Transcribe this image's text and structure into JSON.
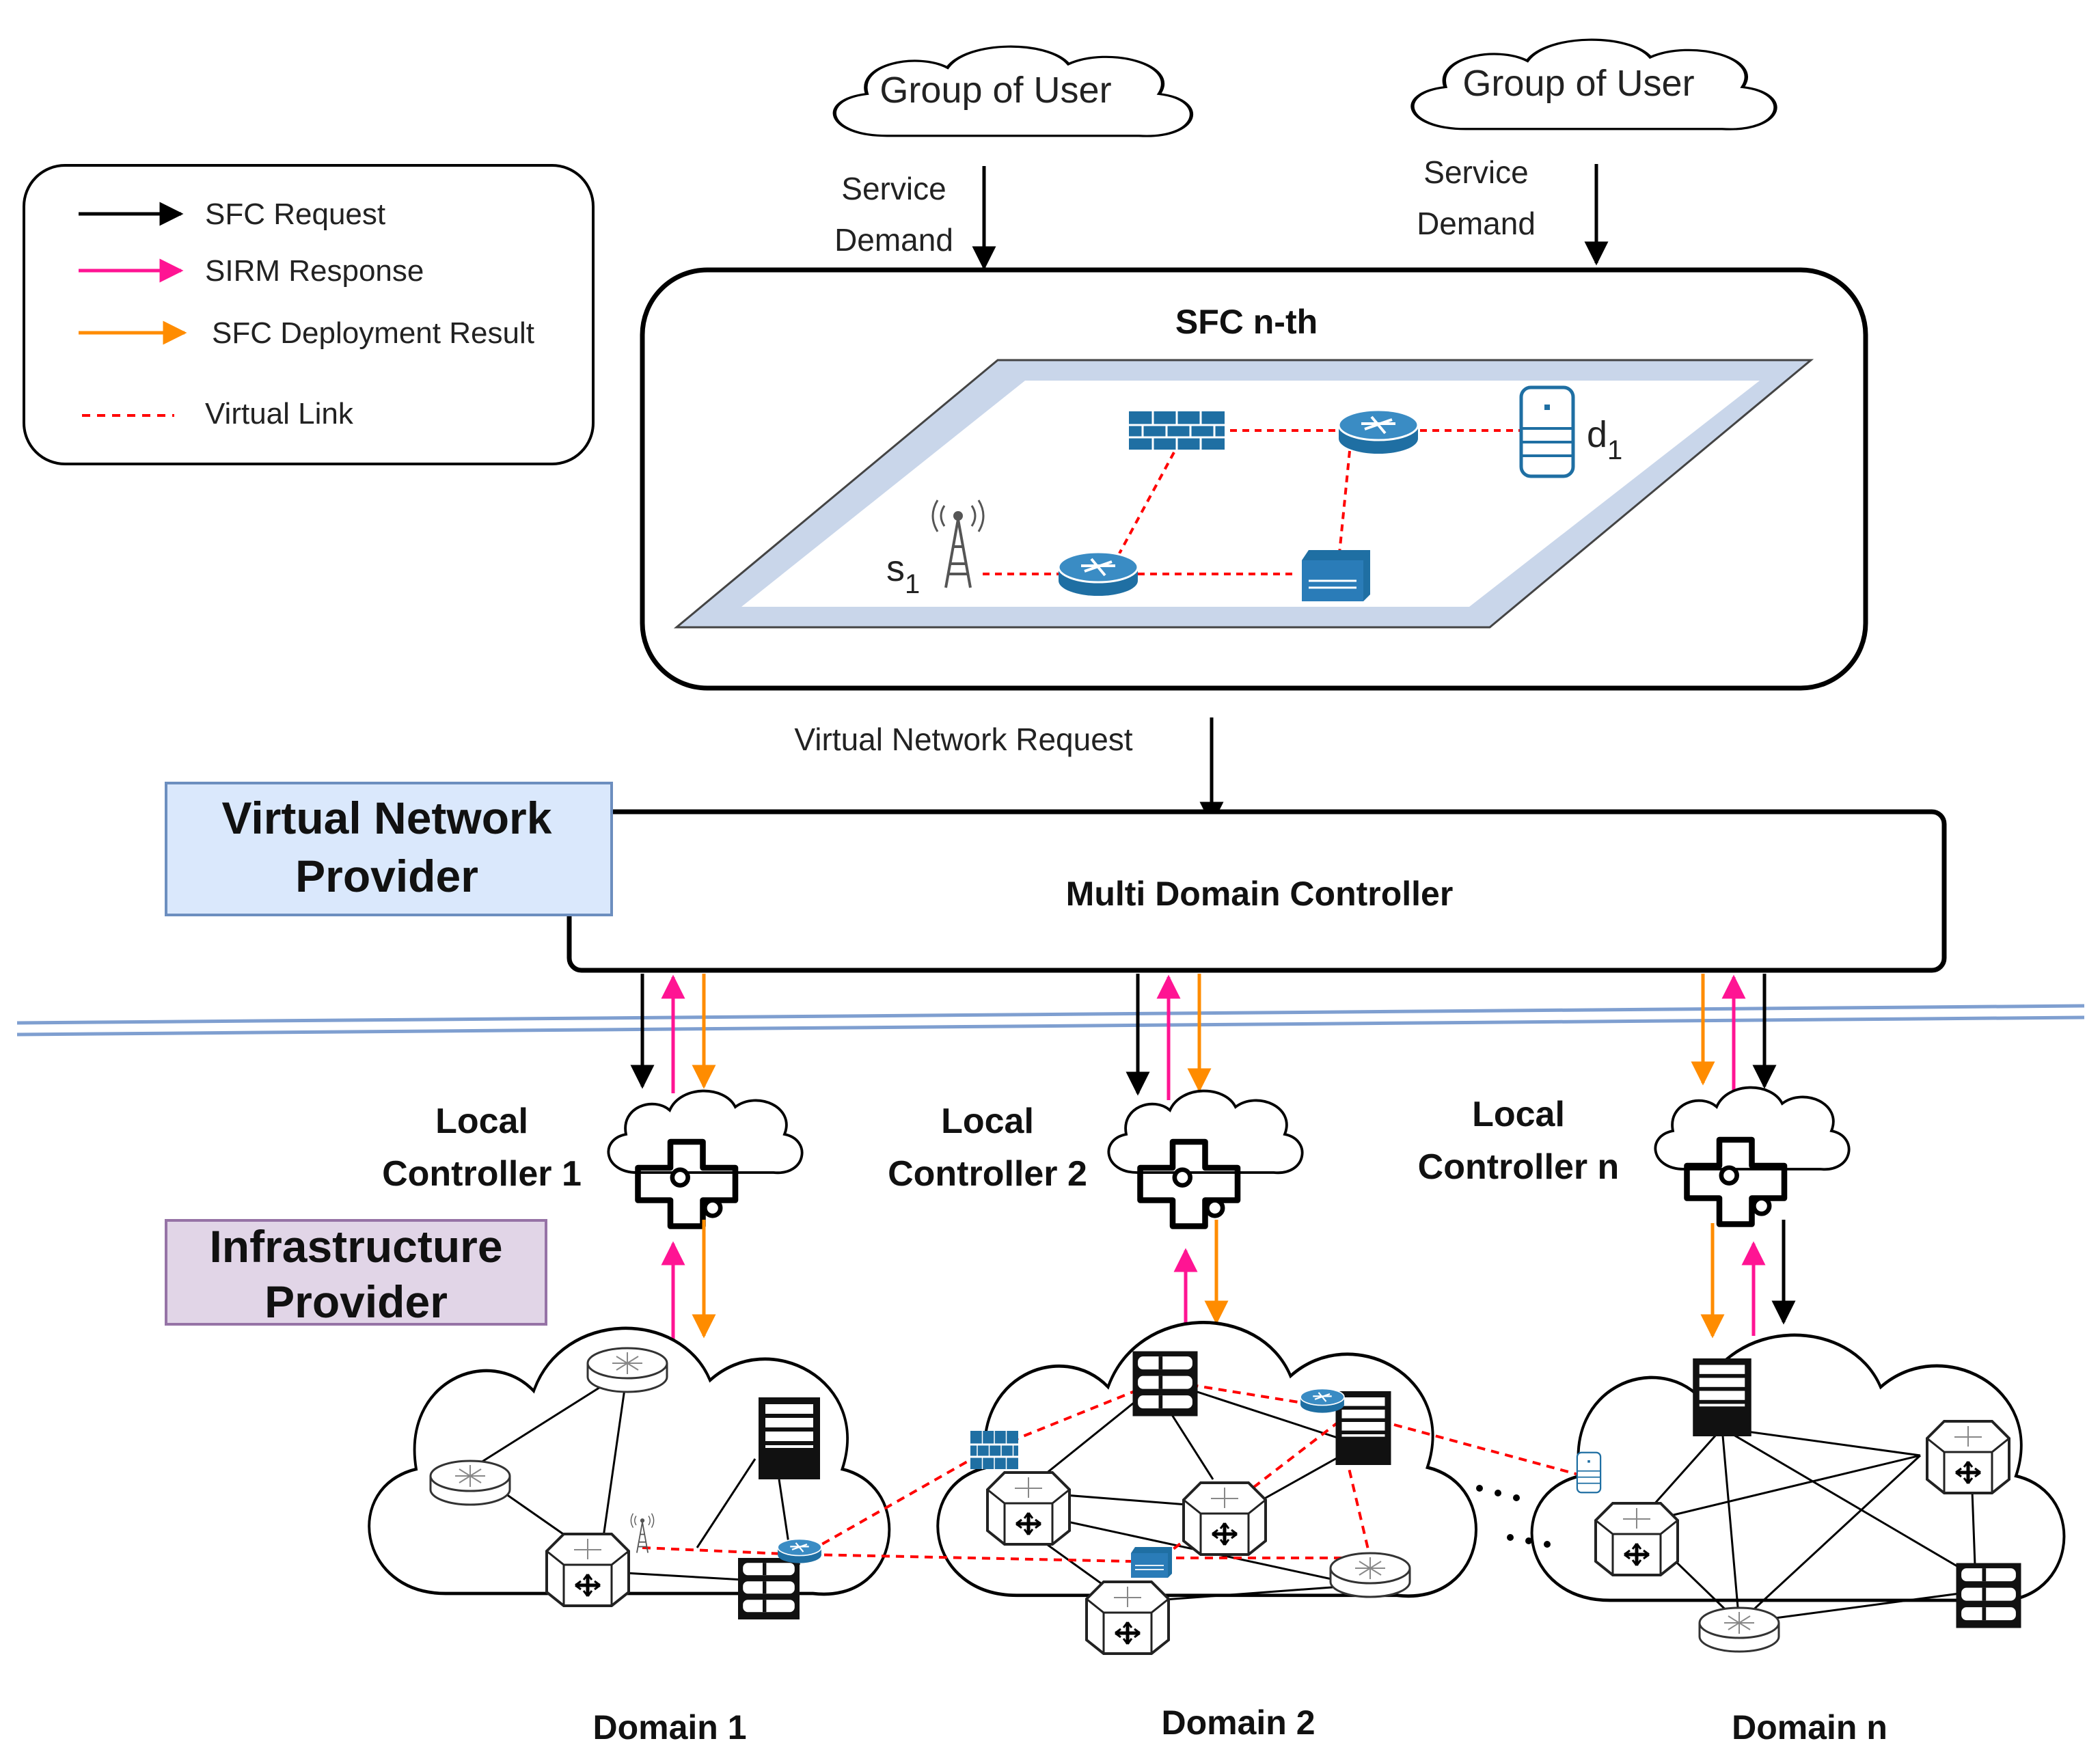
{
  "legend": {
    "items": [
      {
        "label": "SFC Request",
        "color": "#000000",
        "kind": "arrow"
      },
      {
        "label": "SIRM Response",
        "color": "#ff1493",
        "kind": "arrow"
      },
      {
        "label": "SFC Deployment Result",
        "color": "#ff8c00",
        "kind": "arrow"
      },
      {
        "label": "Virtual Link",
        "color": "#ff0000",
        "kind": "dashed"
      }
    ]
  },
  "user_groups": [
    {
      "label": "Group of User",
      "demand_line1": "Service",
      "demand_line2": "Demand"
    },
    {
      "label": "Group of User",
      "demand_line1": "Service",
      "demand_line2": "Demand"
    }
  ],
  "sfc": {
    "title": "SFC n-th",
    "source": "s",
    "source_sub": "1",
    "dest": "d",
    "dest_sub": "1"
  },
  "virtual_network_request": "Virtual Network Request",
  "vnp": {
    "line1": "Virtual Network",
    "line2": "Provider",
    "fill": "#dae8fc",
    "border": "#6c8ebf"
  },
  "mdc": {
    "label": "Multi Domain Controller"
  },
  "inp": {
    "line1": "Infrastructure",
    "line2": "Provider",
    "fill": "#e1d5e7",
    "border": "#9673a6"
  },
  "controllers": [
    {
      "line1": "Local",
      "line2": "Controller 1"
    },
    {
      "line1": "Local",
      "line2": "Controller 2"
    },
    {
      "line1": "Local",
      "line2": "Controller n"
    }
  ],
  "domains": [
    {
      "label": "Domain 1"
    },
    {
      "label": "Domain 2"
    },
    {
      "label": "Domain n"
    }
  ],
  "colors": {
    "request": "#000000",
    "response": "#ff1493",
    "result": "#ff8c00",
    "virtual_link": "#ff0000",
    "device_blue": "#1f6fa3",
    "separator": "#7f9fd0"
  }
}
